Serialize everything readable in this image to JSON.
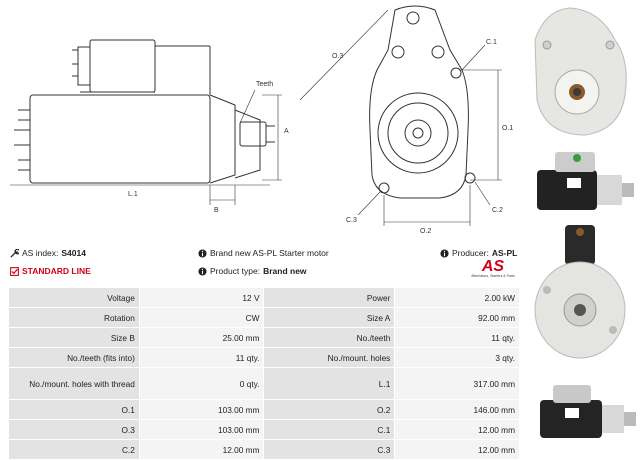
{
  "drawing": {
    "labels": {
      "teeth": "Teeth",
      "a": "A",
      "b": "B",
      "l1": "L.1",
      "o3_top": "O.3",
      "c1": "C.1",
      "o1": "O.1",
      "c3": "C.3",
      "o2": "O.2",
      "c2": "C.2"
    }
  },
  "info": {
    "as_index_label": "AS index:",
    "as_index_value": "S4014",
    "brand_new_text": "Brand new AS-PL Starter motor",
    "producer_label": "Producer:",
    "producer_value": "AS-PL",
    "standard_line": "STANDARD LINE",
    "product_type_label": "Product type:",
    "product_type_value": "Brand new",
    "logo_text": "AS",
    "logo_tagline": "Alternators, Starters & Parts"
  },
  "specs": [
    [
      "Voltage",
      "12 V",
      "Power",
      "2.00 kW"
    ],
    [
      "Rotation",
      "CW",
      "Size A",
      "92.00 mm"
    ],
    [
      "Size B",
      "25.00 mm",
      "No./teeth",
      "11 qty."
    ],
    [
      "No./teeth (fits into)",
      "11 qty.",
      "No./mount. holes",
      "3 qty."
    ],
    [
      "No./mount. holes with thread",
      "0 qty.",
      "L.1",
      "317.00 mm"
    ],
    [
      "O.1",
      "103.00 mm",
      "O.2",
      "146.00 mm"
    ],
    [
      "O.3",
      "103.00 mm",
      "C.1",
      "12.00 mm"
    ],
    [
      "C.2",
      "12.00 mm",
      "C.3",
      "12.00 mm"
    ]
  ],
  "colors": {
    "accent_red": "#d0021b",
    "label_bg": "#e3e3e3",
    "value_bg": "#f4f4f4"
  },
  "icons": [
    "wrench-icon",
    "info-icon",
    "checkbox-icon"
  ]
}
